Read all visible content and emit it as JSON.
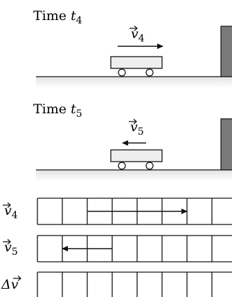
{
  "panels": [
    {
      "time_label": "Time",
      "time_var": "t",
      "time_sub": "4",
      "velocity_symbol": "v",
      "velocity_sub": "4",
      "direction": "right"
    },
    {
      "time_label": "Time",
      "time_var": "t",
      "time_sub": "5",
      "velocity_symbol": "v",
      "velocity_sub": "5",
      "direction": "left"
    }
  ],
  "grid": {
    "rows": [
      {
        "symbol": "v",
        "sub": "4",
        "arrow": {
          "from_cell": 2,
          "to_cell": 6,
          "direction": "right"
        }
      },
      {
        "symbol": "v",
        "sub": "5",
        "arrow": {
          "from_cell": 3,
          "to_cell": 1,
          "direction": "left"
        }
      },
      {
        "symbol": "Δv",
        "sub": "",
        "arrow": null
      }
    ]
  },
  "colors": {
    "ground_fill": "#eaeaea",
    "cart_fill": "#eeeeee",
    "wall_fill": "#7a7a7a",
    "stroke": "#111111"
  }
}
